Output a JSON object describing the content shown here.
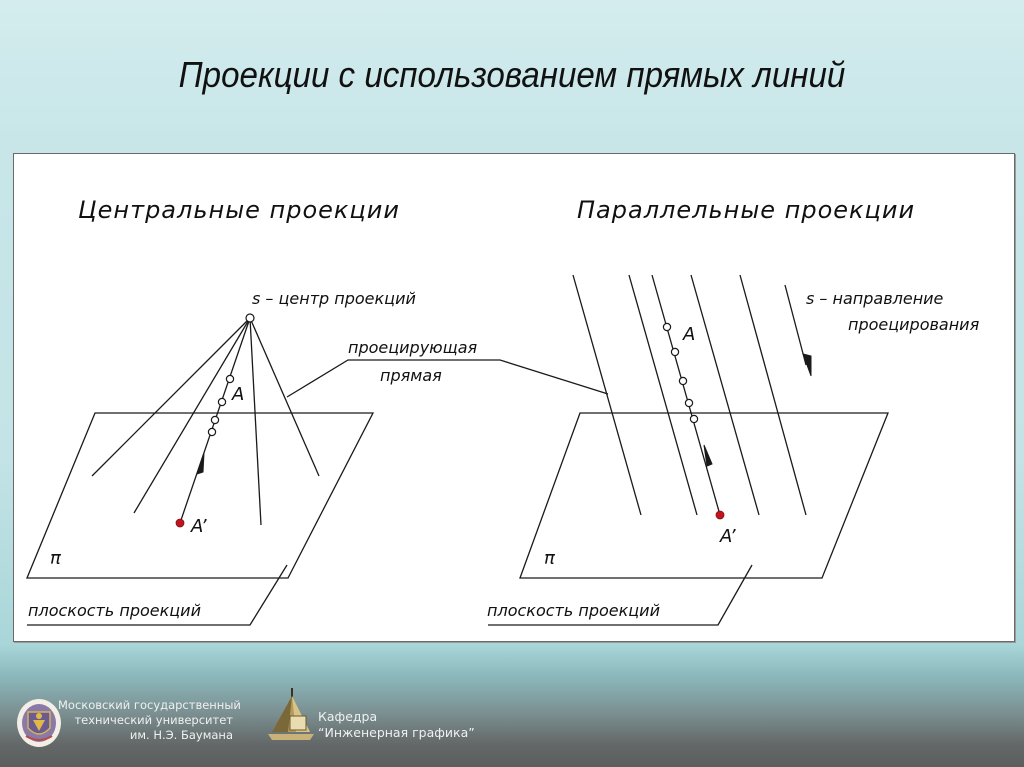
{
  "slide": {
    "title": "Проекции с использованием прямых линий"
  },
  "diagram": {
    "central": {
      "heading": "Центральные проекции",
      "center_label": "s – центр проекций",
      "point_label": "A",
      "projection_label": "A’",
      "plane_symbol": "π",
      "plane_caption": "плоскость проекций"
    },
    "parallel": {
      "heading": "Параллельные проекции",
      "direction_label_line1": "s – направление",
      "direction_label_line2": "проецирования",
      "point_label": "A",
      "projection_label": "A’",
      "plane_symbol": "π",
      "plane_caption": "плоскость проекций"
    },
    "shared": {
      "projecting_line_label_line1": "проецирующая",
      "projecting_line_label_line2": "прямая"
    },
    "colors": {
      "line": "#1a1a1a",
      "projection_point": "#c0141e",
      "panel_bg": "#ffffff"
    }
  },
  "footer": {
    "university": {
      "line1": "Московский государственный",
      "line2": "технический университет",
      "line3": "им. Н.Э. Баумана",
      "logo_icon": "university-crest-icon"
    },
    "department": {
      "line1": "Кафедра",
      "line2": "“Инженерная графика”",
      "logo_icon": "pyramid-logo-icon"
    }
  }
}
